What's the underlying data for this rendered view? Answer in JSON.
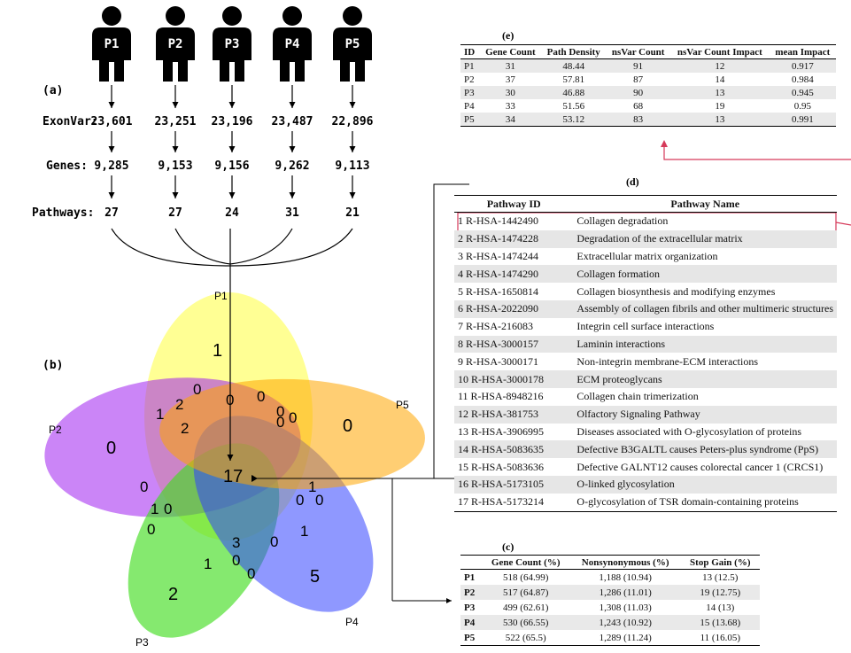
{
  "panel_labels": {
    "a": "(a)",
    "b": "(b)",
    "c": "(c)",
    "d": "(d)",
    "e": "(e)"
  },
  "patients": [
    "P1",
    "P2",
    "P3",
    "P4",
    "P5"
  ],
  "row_labels": {
    "exonvar": "ExonVar:",
    "genes": "Genes:",
    "pathways": "Pathways:"
  },
  "exonvar": [
    "23,601",
    "23,251",
    "23,196",
    "23,487",
    "22,896"
  ],
  "genes": [
    "9,285",
    "9,153",
    "9,156",
    "9,262",
    "9,113"
  ],
  "pathways": [
    "27",
    "27",
    "24",
    "31",
    "21"
  ],
  "venn": {
    "set_labels": [
      "P1",
      "P2",
      "P3",
      "P4",
      "P5"
    ],
    "colors": {
      "P1": "#ffff66",
      "P2": "#a020f0",
      "P3": "#44dd22",
      "P4": "#3344ff",
      "P5": "#ffa500"
    },
    "center": "17",
    "unique": {
      "P1": "1",
      "P2": "0",
      "P3": "2",
      "P4": "5",
      "P5": "0"
    },
    "regions": [
      "0",
      "2",
      "0",
      "0",
      "0",
      "1",
      "2",
      "0",
      "0",
      "0",
      "1",
      "0",
      "0",
      "1",
      "0",
      "0",
      "1",
      "3",
      "0",
      "1",
      "0",
      "0"
    ]
  },
  "table_e": {
    "headers": [
      "ID",
      "Gene Count",
      "Path Density",
      "nsVar Count",
      "nsVar Count Impact",
      "mean Impact"
    ],
    "rows": [
      [
        "P1",
        "31",
        "48.44",
        "91",
        "12",
        "0.917"
      ],
      [
        "P2",
        "37",
        "57.81",
        "87",
        "14",
        "0.984"
      ],
      [
        "P3",
        "30",
        "46.88",
        "90",
        "13",
        "0.945"
      ],
      [
        "P4",
        "33",
        "51.56",
        "68",
        "19",
        "0.95"
      ],
      [
        "P5",
        "34",
        "53.12",
        "83",
        "13",
        "0.991"
      ]
    ]
  },
  "table_d": {
    "headers": [
      "Pathway ID",
      "Pathway Name"
    ],
    "rows": [
      [
        "1 R-HSA-1442490",
        "Collagen degradation"
      ],
      [
        "2 R-HSA-1474228",
        "Degradation of the extracellular matrix"
      ],
      [
        "3 R-HSA-1474244",
        "Extracellular matrix organization"
      ],
      [
        "4 R-HSA-1474290",
        "Collagen formation"
      ],
      [
        "5 R-HSA-1650814",
        "Collagen biosynthesis and modifying enzymes"
      ],
      [
        "6 R-HSA-2022090",
        "Assembly of collagen fibrils and other multimeric structures"
      ],
      [
        "7 R-HSA-216083",
        "Integrin cell surface interactions"
      ],
      [
        "8 R-HSA-3000157",
        "Laminin interactions"
      ],
      [
        "9 R-HSA-3000171",
        "Non-integrin membrane-ECM interactions"
      ],
      [
        "10 R-HSA-3000178",
        "ECM proteoglycans"
      ],
      [
        "11 R-HSA-8948216",
        "Collagen chain trimerization"
      ],
      [
        "12 R-HSA-381753",
        "Olfactory Signaling Pathway"
      ],
      [
        "13 R-HSA-3906995",
        "Diseases associated with O-glycosylation of proteins"
      ],
      [
        "14 R-HSA-5083635",
        "Defective B3GALTL causes Peters-plus syndrome (PpS)"
      ],
      [
        "15 R-HSA-5083636",
        "Defective GALNT12 causes colorectal cancer 1 (CRCS1)"
      ],
      [
        "16 R-HSA-5173105",
        "O-linked glycosylation"
      ],
      [
        "17 R-HSA-5173214",
        "O-glycosylation of TSR domain-containing proteins"
      ]
    ]
  },
  "table_c": {
    "headers": [
      "",
      "Gene Count (%)",
      "Nonsynonymous (%)",
      "Stop Gain (%)"
    ],
    "rows": [
      [
        "P1",
        "518 (64.99)",
        "1,188 (10.94)",
        "13 (12.5)"
      ],
      [
        "P2",
        "517 (64.87)",
        "1,286 (11.01)",
        "19 (12.75)"
      ],
      [
        "P3",
        "499 (62.61)",
        "1,308 (11.03)",
        "14 (13)"
      ],
      [
        "P4",
        "530 (66.55)",
        "1,243 (10.92)",
        "15 (13.68)"
      ],
      [
        "P5",
        "522 (65.5)",
        "1,289 (11.24)",
        "11 (16.05)"
      ]
    ]
  },
  "accent_color": "#d63a5a"
}
